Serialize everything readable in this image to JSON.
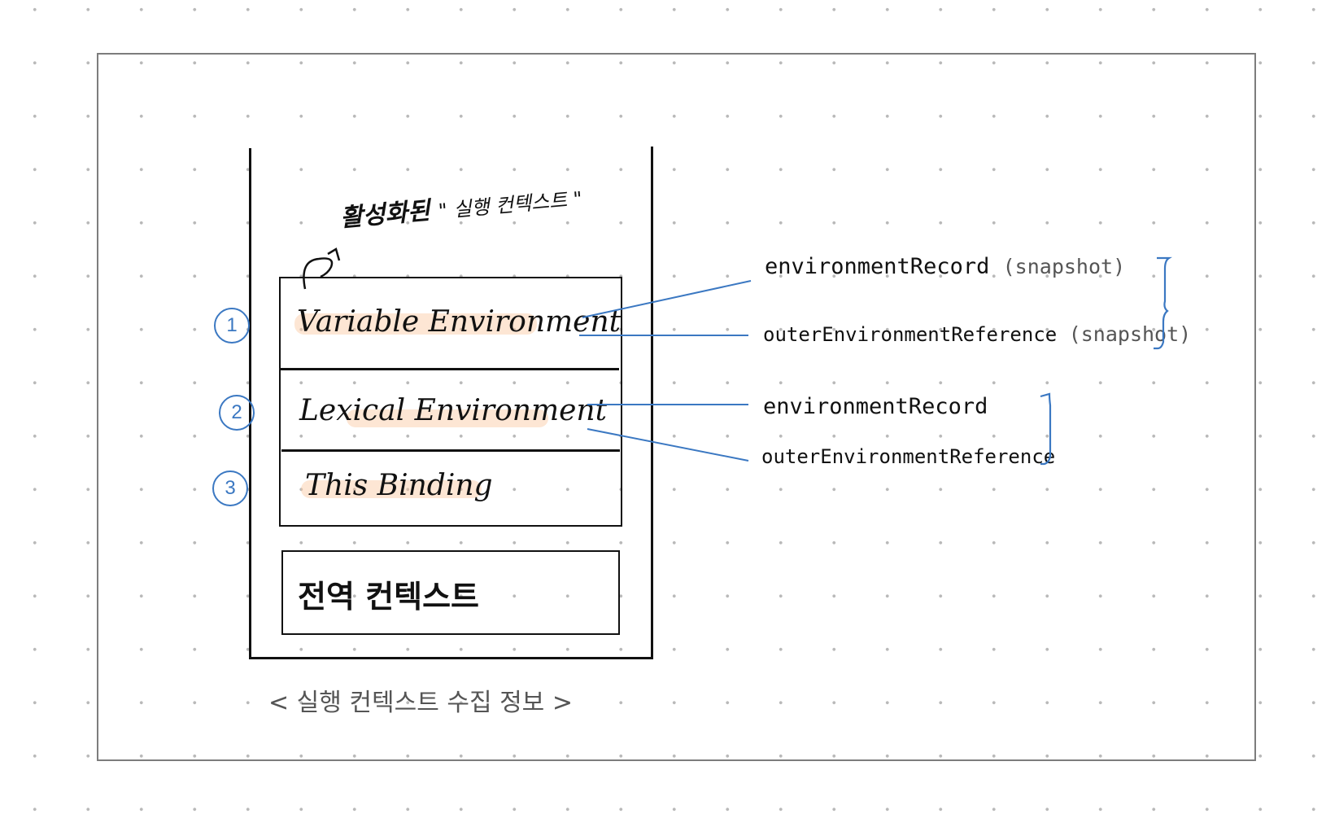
{
  "stack": {
    "active_label": "활성화된",
    "active_label_sub": "\" 실행 컨텍스트 \"",
    "active_context": {
      "rows": [
        {
          "number": "1",
          "label": "Variable Environment"
        },
        {
          "number": "2",
          "label": "Lexical Environment"
        },
        {
          "number": "3",
          "label": "This Binding"
        }
      ]
    },
    "global_context_label": "전역 컨텍스트"
  },
  "caption": "< 실행 컨텍스트   수집 정보 >",
  "variable_env_components": [
    {
      "name": "environmentRecord",
      "note": "(snapshot)"
    },
    {
      "name": "outerEnvironmentReference",
      "note": "(snapshot)"
    }
  ],
  "lexical_env_components": [
    {
      "name": "environmentRecord"
    },
    {
      "name": "outerEnvironmentReference"
    }
  ],
  "colors": {
    "ink": "#111111",
    "annotation_blue": "#3b78c2",
    "highlight": "#fac8a0",
    "frame_gray": "#7d7d7d"
  }
}
